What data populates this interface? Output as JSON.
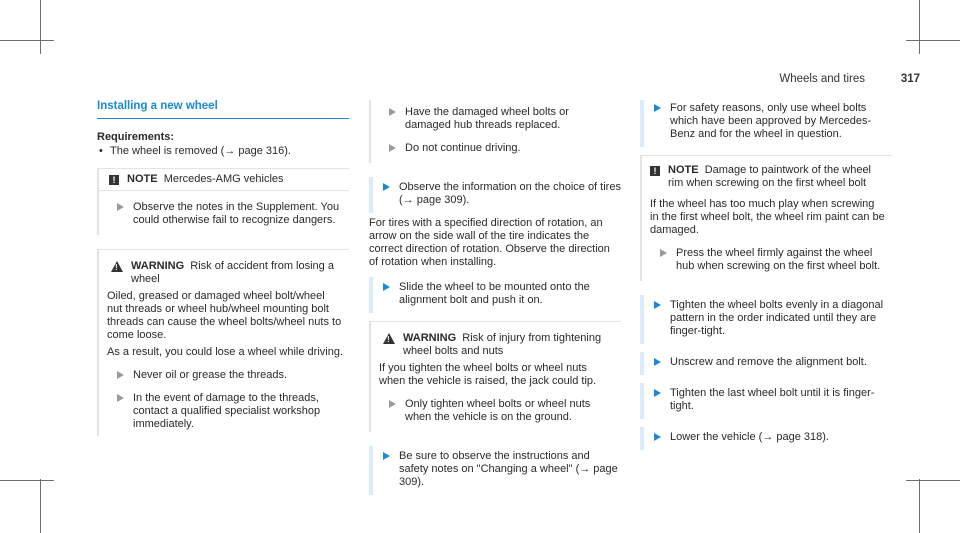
{
  "header": {
    "title": "Wheels and tires",
    "page": "317"
  },
  "col1": {
    "section_title": "Installing a new wheel",
    "requirements_label": "Requirements:",
    "requirement_1": "The wheel is removed (→ page 316).",
    "note_label": "NOTE",
    "note_text": "Mercedes-AMG vehicles",
    "note_step_1": "Observe the notes in the Supplement. You could otherwise fail to recognize dangers.",
    "warning_label": "WARNING",
    "warning_title": "Risk of accident from losing a wheel",
    "warning_p1": "Oiled, greased or damaged wheel bolt/wheel nut threads or wheel hub/wheel mounting bolt threads can cause the wheel bolts/wheel nuts to come loose.",
    "warning_p2": "As a result, you could lose a wheel while driving.",
    "warning_step_1": "Never oil or grease the threads.",
    "warning_step_2": "In the event of damage to the threads, contact a qualified specialist workshop immediately."
  },
  "col2": {
    "step_a": "Have the damaged wheel bolts or damaged hub threads replaced.",
    "step_b": "Do not continue driving.",
    "step_1": "Observe the information on the choice of tires (→ page 309).",
    "para_1": "For tires with a specified direction of rotation, an arrow on the side wall of the tire indicates the correct direction of rotation. Observe the direction of rotation when installing.",
    "step_2": "Slide the wheel to be mounted onto the alignment bolt and push it on.",
    "warning_label": "WARNING",
    "warning_title": "Risk of injury from tightening wheel bolts and nuts",
    "warning_p1": "If you tighten the wheel bolts or wheel nuts when the vehicle is raised, the jack could tip.",
    "warning_step_1": "Only tighten wheel bolts or wheel nuts when the vehicle is on the ground.",
    "step_3": "Be sure to observe the instructions and safety notes on \"Changing a wheel\" (→ page 309)."
  },
  "col3": {
    "step_1": "For safety reasons, only use wheel bolts which have been approved by Mercedes-Benz and for the wheel in question.",
    "note_label": "NOTE",
    "note_title": "Damage to paintwork of the wheel rim when screwing on the first wheel bolt",
    "note_p1": "If the wheel has too much play when screwing in the first wheel bolt, the wheel rim paint can be damaged.",
    "note_step_1": "Press the wheel firmly against the wheel hub when screwing on the first wheel bolt.",
    "step_2": "Tighten the wheel bolts evenly in a diagonal pattern in the order indicated until they are finger-tight.",
    "step_3": "Unscrew and remove the alignment bolt.",
    "step_4": "Tighten the last wheel bolt until it is finger-tight.",
    "step_5": "Lower the vehicle (→ page 318)."
  }
}
